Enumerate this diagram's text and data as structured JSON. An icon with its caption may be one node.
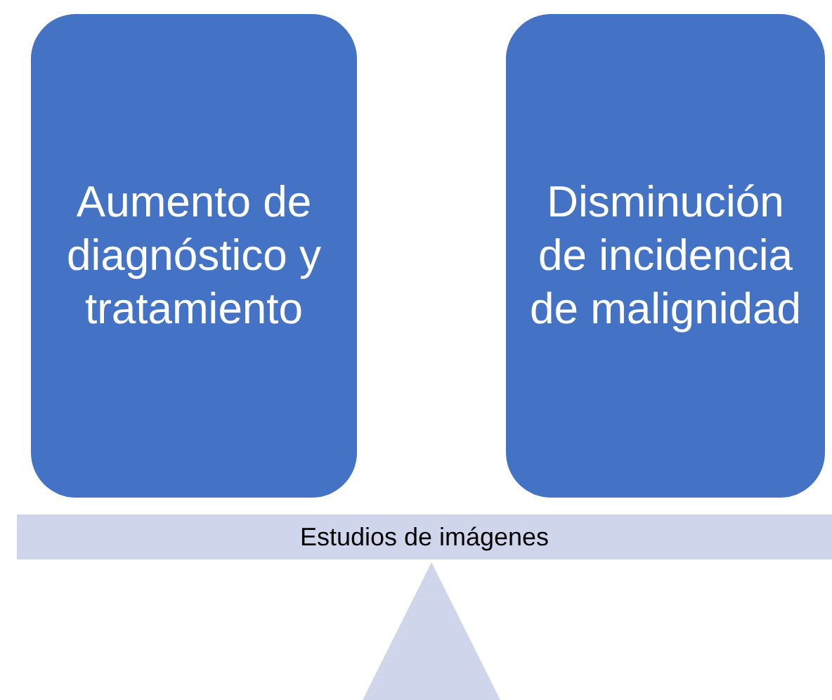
{
  "diagram": {
    "nodes": [
      {
        "text": [
          "Aumento de diagnóstico y tratamiento"
        ]
      },
      {
        "text": [
          "Disminución de incidencia de malignidad"
        ]
      },
      {
        "text": [
          "Estudios de imágenes"
        ]
      },
      {
        "text": [],
        "shape": "triangle"
      }
    ]
  }
}
